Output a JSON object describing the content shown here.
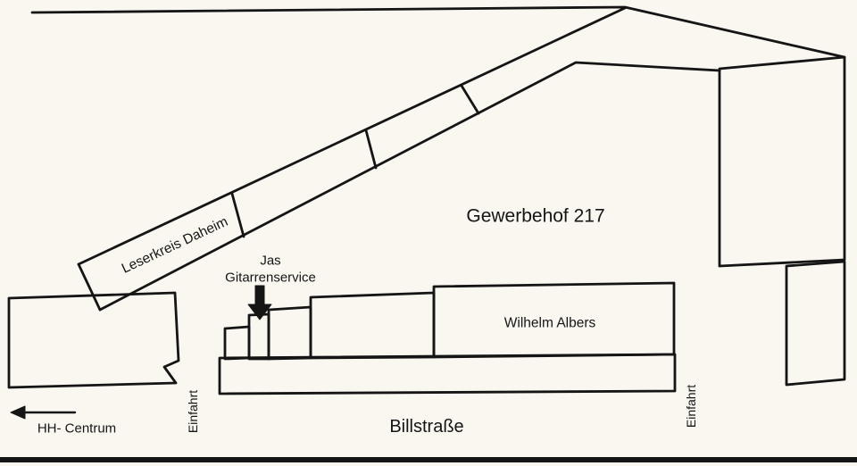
{
  "map": {
    "area_label": "Gewerbehof 217",
    "buildings": {
      "leserkreis": "Leserkreis Daheim",
      "wilhelm_albers": "Wilhelm Albers",
      "jas": {
        "line1": "Jas",
        "line2": "Gitarrenservice"
      }
    },
    "street": "Billstraße",
    "direction": "HH- Centrum",
    "entrances": {
      "left": "Einfahrt",
      "right": "Einfahrt"
    },
    "colors": {
      "highlight": "#E6813A",
      "line": "#151515",
      "background": "#FAF7F1"
    }
  }
}
